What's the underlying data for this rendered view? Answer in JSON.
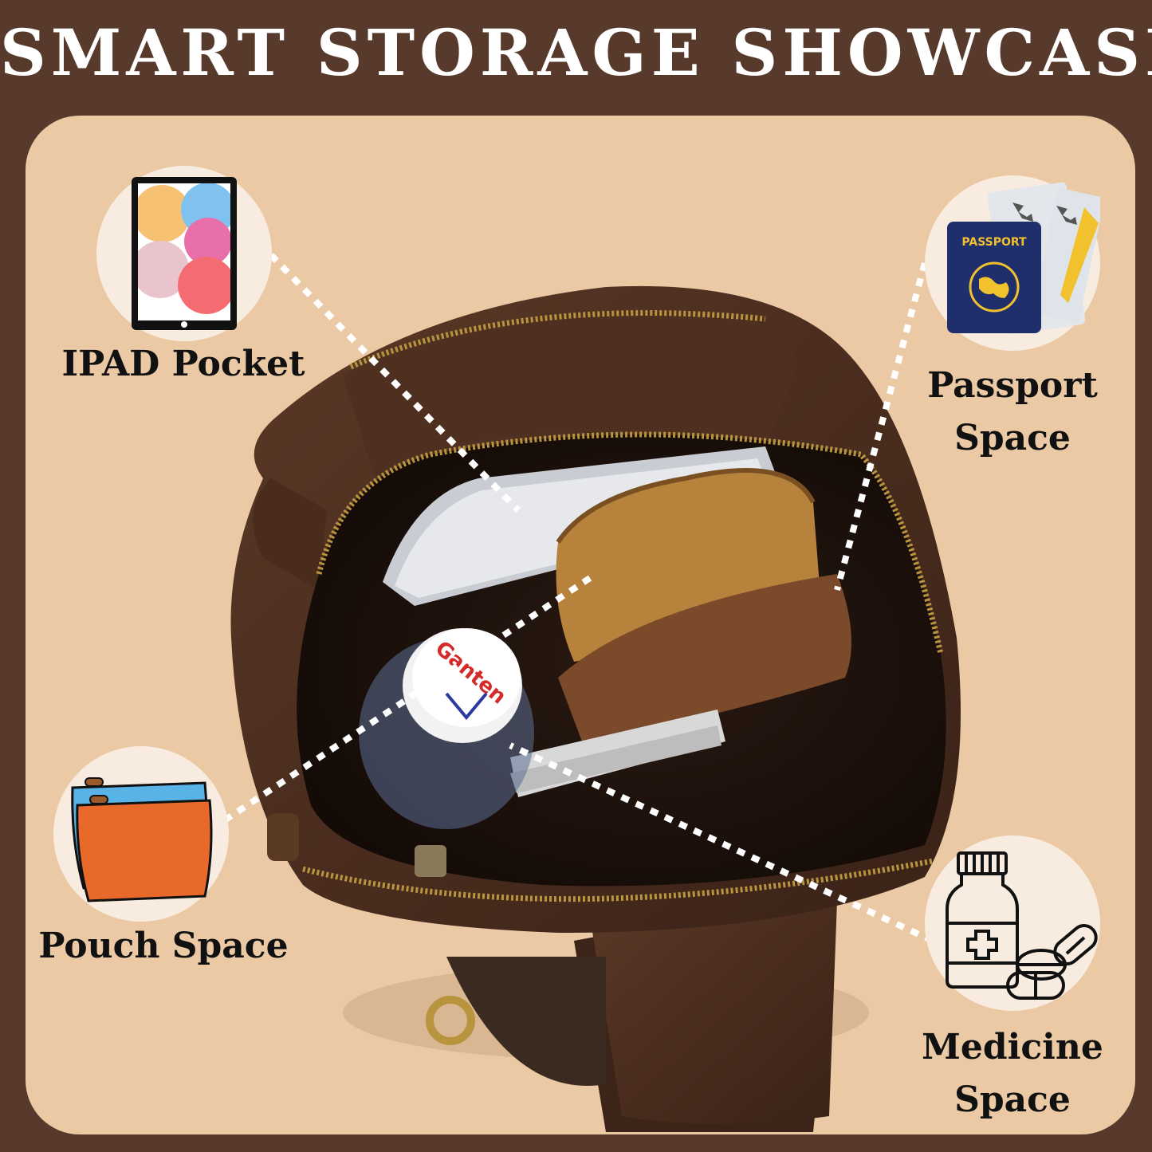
{
  "title": "SMART STORAGE SHOWCASE",
  "features": [
    {
      "label": "IPAD Pocket",
      "icon": "tablet-icon"
    },
    {
      "label": "Passport Space",
      "icon": "passport-icon",
      "label_lines": [
        "Passport",
        "Space"
      ]
    },
    {
      "label": "Pouch Space",
      "icon": "pouch-icon"
    },
    {
      "label": "Medicine Space",
      "icon": "medicine-icon",
      "label_lines": [
        "Medicine",
        "Space"
      ]
    }
  ],
  "bottle_cap_text": "Ganten",
  "passport_text": "PASSPORT",
  "colors": {
    "background": "#573a2c",
    "panel": "#eac9a4",
    "circle": "#f8ebdf",
    "leather": "#4a2c1d",
    "zipper": "#b8943f",
    "pouch_orange": "#e8692a",
    "pouch_blue": "#5ab3e6",
    "passport_navy": "#1f2f6b"
  }
}
